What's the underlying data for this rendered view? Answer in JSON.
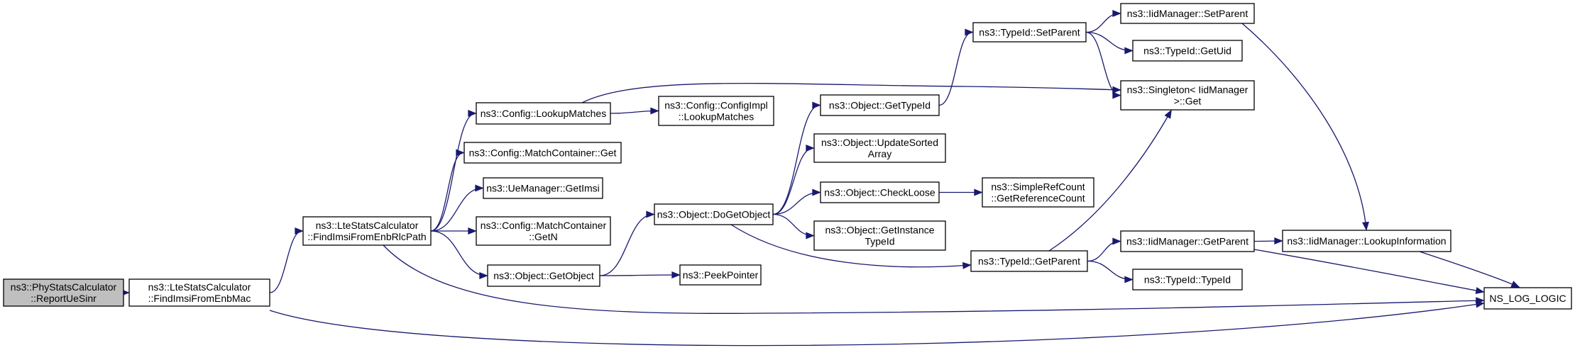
{
  "graph": {
    "nodes": [
      {
        "id": "report_ue_sinr",
        "lines": [
          "ns3::PhyStatsCalculator",
          "::ReportUeSinr"
        ],
        "root": true
      },
      {
        "id": "find_imsi_enb_mac",
        "lines": [
          "ns3::LteStatsCalculator",
          "::FindImsiFromEnbMac"
        ]
      },
      {
        "id": "find_imsi_enb_rlc",
        "lines": [
          "ns3::LteStatsCalculator",
          "::FindImsiFromEnbRlcPath"
        ]
      },
      {
        "id": "lookup_matches",
        "lines": [
          "ns3::Config::LookupMatches"
        ]
      },
      {
        "id": "match_container_get",
        "lines": [
          "ns3::Config::MatchContainer::Get"
        ]
      },
      {
        "id": "ue_manager_get_imsi",
        "lines": [
          "ns3::UeManager::GetImsi"
        ]
      },
      {
        "id": "match_container_getn",
        "lines": [
          "ns3::Config::MatchContainer",
          "::GetN"
        ]
      },
      {
        "id": "object_get_object",
        "lines": [
          "ns3::Object::GetObject"
        ]
      },
      {
        "id": "config_impl_lookup",
        "lines": [
          "ns3::Config::ConfigImpl",
          "::LookupMatches"
        ]
      },
      {
        "id": "peek_pointer",
        "lines": [
          "ns3::PeekPointer"
        ]
      },
      {
        "id": "do_get_object",
        "lines": [
          "ns3::Object::DoGetObject"
        ]
      },
      {
        "id": "get_type_id",
        "lines": [
          "ns3::Object::GetTypeId"
        ]
      },
      {
        "id": "update_sorted_array",
        "lines": [
          "ns3::Object::UpdateSorted",
          "Array"
        ]
      },
      {
        "id": "check_loose",
        "lines": [
          "ns3::Object::CheckLoose"
        ]
      },
      {
        "id": "get_instance_type_id",
        "lines": [
          "ns3::Object::GetInstance",
          "TypeId"
        ]
      },
      {
        "id": "typeid_set_parent",
        "lines": [
          "ns3::TypeId::SetParent"
        ]
      },
      {
        "id": "typeid_get_parent",
        "lines": [
          "ns3::TypeId::GetParent"
        ]
      },
      {
        "id": "simple_ref_count",
        "lines": [
          "ns3::SimpleRefCount",
          "::GetReferenceCount"
        ]
      },
      {
        "id": "iid_manager_set_parent",
        "lines": [
          "ns3::IidManager::SetParent"
        ]
      },
      {
        "id": "typeid_get_uid",
        "lines": [
          "ns3::TypeId::GetUid"
        ]
      },
      {
        "id": "singleton_get",
        "lines": [
          "ns3::Singleton< IidManager",
          " >::Get"
        ]
      },
      {
        "id": "iid_manager_get_parent",
        "lines": [
          "ns3::IidManager::GetParent"
        ]
      },
      {
        "id": "typeid_typeid",
        "lines": [
          "ns3::TypeId::TypeId"
        ]
      },
      {
        "id": "lookup_information",
        "lines": [
          "ns3::IidManager::LookupInformation"
        ]
      },
      {
        "id": "ns_log_logic",
        "lines": [
          "NS_LOG_LOGIC"
        ]
      }
    ],
    "edges": [
      [
        "report_ue_sinr",
        "find_imsi_enb_mac"
      ],
      [
        "find_imsi_enb_mac",
        "find_imsi_enb_rlc"
      ],
      [
        "find_imsi_enb_mac",
        "ns_log_logic"
      ],
      [
        "find_imsi_enb_rlc",
        "lookup_matches"
      ],
      [
        "find_imsi_enb_rlc",
        "match_container_get"
      ],
      [
        "find_imsi_enb_rlc",
        "ue_manager_get_imsi"
      ],
      [
        "find_imsi_enb_rlc",
        "match_container_getn"
      ],
      [
        "find_imsi_enb_rlc",
        "object_get_object"
      ],
      [
        "find_imsi_enb_rlc",
        "ns_log_logic"
      ],
      [
        "lookup_matches",
        "config_impl_lookup"
      ],
      [
        "lookup_matches",
        "singleton_get"
      ],
      [
        "object_get_object",
        "do_get_object"
      ],
      [
        "object_get_object",
        "peek_pointer"
      ],
      [
        "do_get_object",
        "get_type_id"
      ],
      [
        "do_get_object",
        "update_sorted_array"
      ],
      [
        "do_get_object",
        "check_loose"
      ],
      [
        "do_get_object",
        "get_instance_type_id"
      ],
      [
        "do_get_object",
        "typeid_get_parent"
      ],
      [
        "get_type_id",
        "typeid_set_parent"
      ],
      [
        "check_loose",
        "simple_ref_count"
      ],
      [
        "typeid_set_parent",
        "iid_manager_set_parent"
      ],
      [
        "typeid_set_parent",
        "typeid_get_uid"
      ],
      [
        "typeid_set_parent",
        "singleton_get"
      ],
      [
        "typeid_get_parent",
        "singleton_get"
      ],
      [
        "typeid_get_parent",
        "iid_manager_get_parent"
      ],
      [
        "typeid_get_parent",
        "typeid_typeid"
      ],
      [
        "iid_manager_set_parent",
        "lookup_information"
      ],
      [
        "iid_manager_get_parent",
        "lookup_information"
      ],
      [
        "iid_manager_get_parent",
        "ns_log_logic"
      ],
      [
        "lookup_information",
        "ns_log_logic"
      ]
    ]
  }
}
